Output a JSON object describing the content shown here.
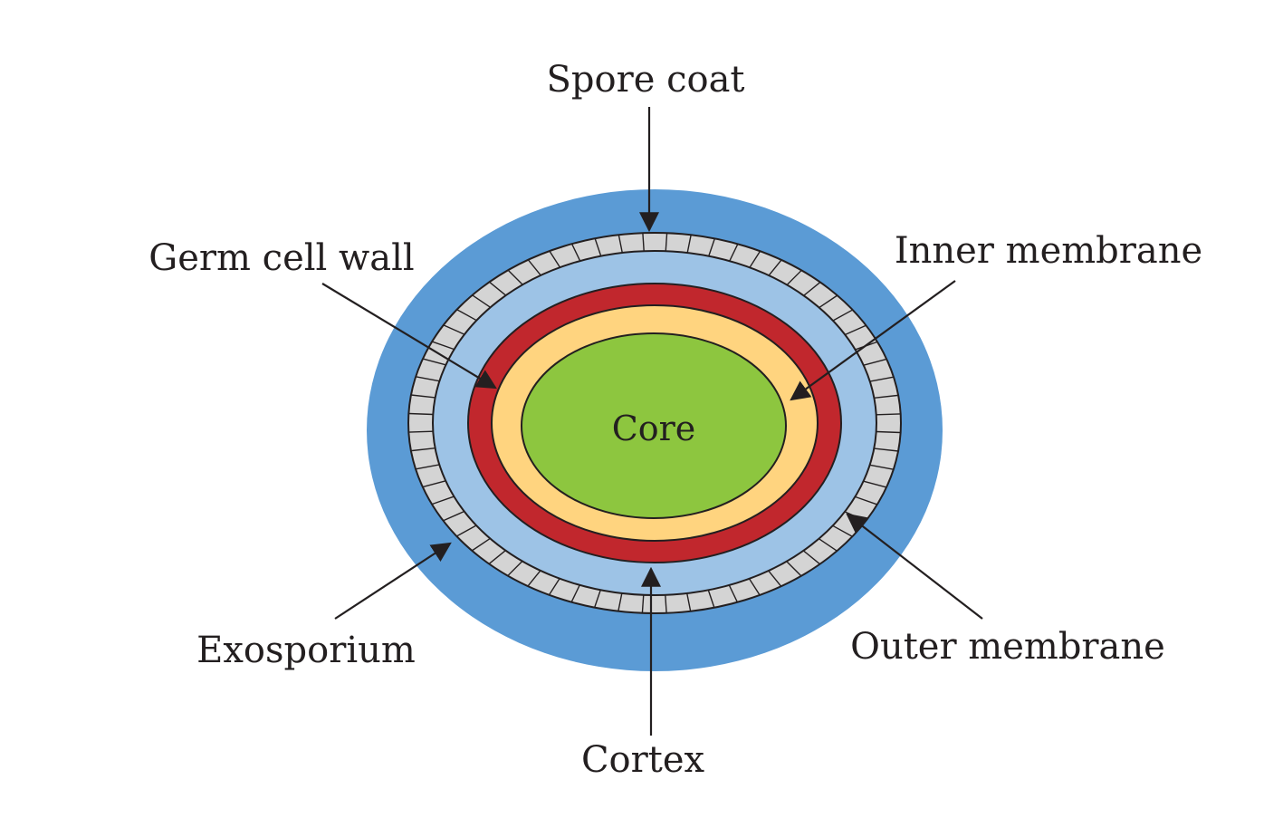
{
  "labels": {
    "spore_coat": "Spore coat",
    "germ_cell_wall": "Germ cell wall",
    "inner_membrane": "Inner membrane",
    "core": "Core",
    "exosporium": "Exosporium",
    "outer_membrane": "Outer membrane",
    "cortex": "Cortex"
  },
  "colors": {
    "exosporium": "#5b9bd5",
    "spore_coat": "#d4d4d4",
    "cortex": "#9dc3e6",
    "germ_cell_wall": "#c1272d",
    "inner_membrane": "#ffd47f",
    "core": "#8dc63f",
    "outline": "#231f20"
  }
}
